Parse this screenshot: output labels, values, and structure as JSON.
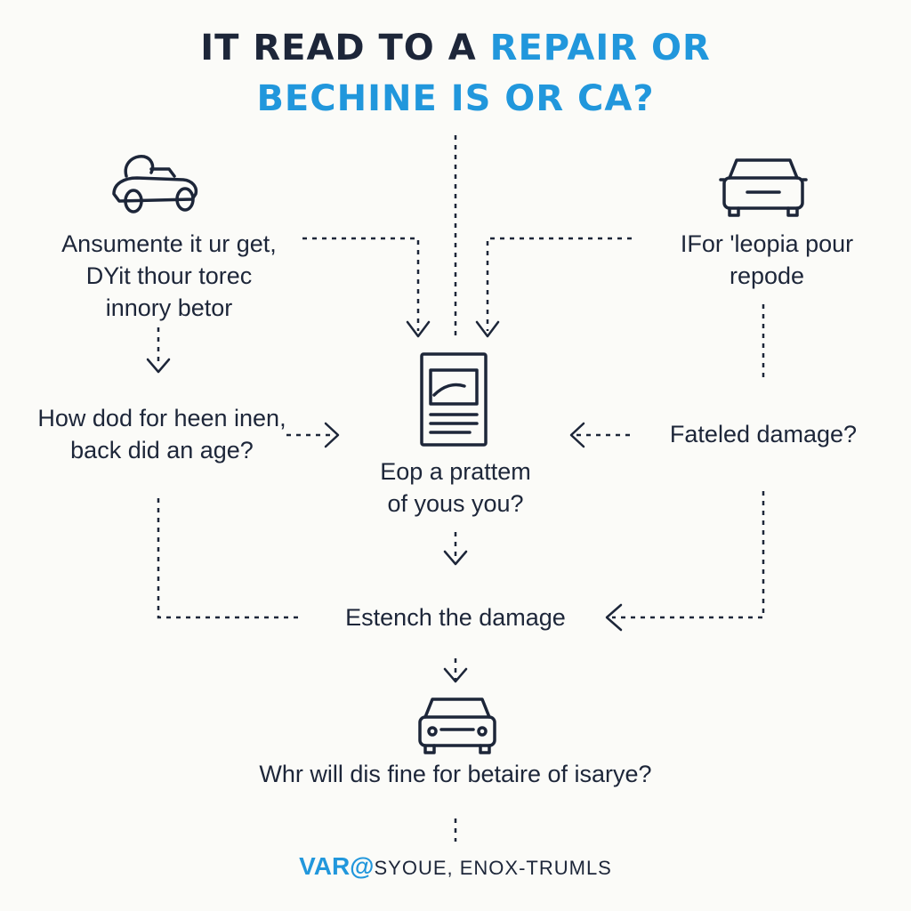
{
  "title": {
    "line1_dark": "IT READ TO A",
    "line1_blue": "REPAIR OR",
    "line2": "BECHINE IS OR CA?"
  },
  "nodes": {
    "top_left": "Ansumente it ur get,\nDYit thour torec\ninnory betor",
    "top_right": "IFor 'leopia pour\nrepode",
    "mid_left": "How dod for heen inen,\nback did an age?",
    "mid_right": "Fateled damage?",
    "center": "Eop a prattem\nof yous you?",
    "estimate": "Estench the damage",
    "final": "Whr will dis fine for betaire of isarye?"
  },
  "footer": {
    "brand": "VAR@",
    "text": "SYOUE, ENOX-TRUMLS"
  },
  "icons": [
    "go-kart-icon",
    "car-front-icon",
    "document-icon",
    "car-front-icon"
  ],
  "colors": {
    "accent": "#2197dc",
    "ink": "#1d2639",
    "background": "#fbfbf8"
  }
}
